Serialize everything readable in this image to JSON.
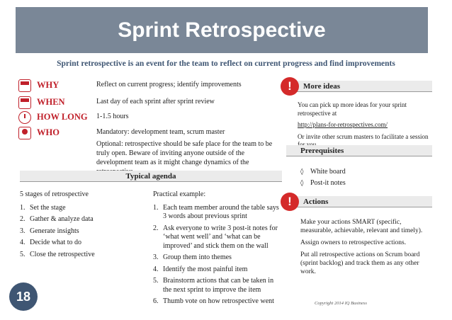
{
  "title": "Sprint Retrospective",
  "subtitle": "Sprint retrospective is an event for the team to reflect on current progress and find improvements",
  "info_rows": [
    {
      "label": "WHY",
      "value": "Reflect on current progress; identify improvements",
      "icon": "note-icon"
    },
    {
      "label": "WHEN",
      "value": "Last day of each sprint after sprint review",
      "icon": "calendar-icon"
    },
    {
      "label": "HOW LONG",
      "value": "1-1.5 hours",
      "icon": "clock-icon"
    },
    {
      "label": "WHO",
      "value": "Mandatory: development team, scrum master",
      "icon": "person-icon"
    }
  ],
  "optional_note": "Optional: retrospective should be safe place for the team to be truly open. Beware of inviting anyone outside of the development team as it might change dynamics of the retrospective.",
  "agenda": {
    "heading": "Typical agenda",
    "left": {
      "intro": "5 stages of retrospective",
      "items": [
        "Set the stage",
        "Gather & analyze data",
        "Generate insights",
        "Decide what to do",
        "Close the retrospective"
      ]
    },
    "right": {
      "intro": "Practical example:",
      "items": [
        "Each team member around the table says 3 words about previous sprint",
        "Ask everyone to write 3 post-it notes for ‘what went well’ and ‘what can be improved’ and stick them on the wall",
        "Group them into themes",
        "Identify the most painful item",
        "Brainstorm actions that can be taken in the next sprint to improve the item",
        "Thumb vote on how retrospective went"
      ]
    }
  },
  "more_ideas": {
    "heading": "More ideas",
    "alert": "!",
    "text1": "You can pick up more ideas for your sprint retrospective at",
    "link": "http://plans-for-retrospectives.com/",
    "text2": "Or invite other scrum masters to facilitate a session for you."
  },
  "prerequisites": {
    "heading": "Prerequisites",
    "bullet": "◊",
    "items": [
      "White board",
      "Post-it notes"
    ]
  },
  "actions": {
    "heading": "Actions",
    "alert": "!",
    "paragraphs": [
      "Make your actions SMART (specific, measurable, achievable, relevant and timely).",
      "Assign owners to retrospective actions.",
      "Put all retrospective actions on Scrum board (sprint backlog) and track them as any other work."
    ]
  },
  "page_number": "18",
  "copyright": "Copyright 2014 IQ Business",
  "colors": {
    "title_bar": "#7a8797",
    "accent_red": "#c0202a",
    "navy": "#3f5673",
    "alert_red": "#d42a2a"
  }
}
